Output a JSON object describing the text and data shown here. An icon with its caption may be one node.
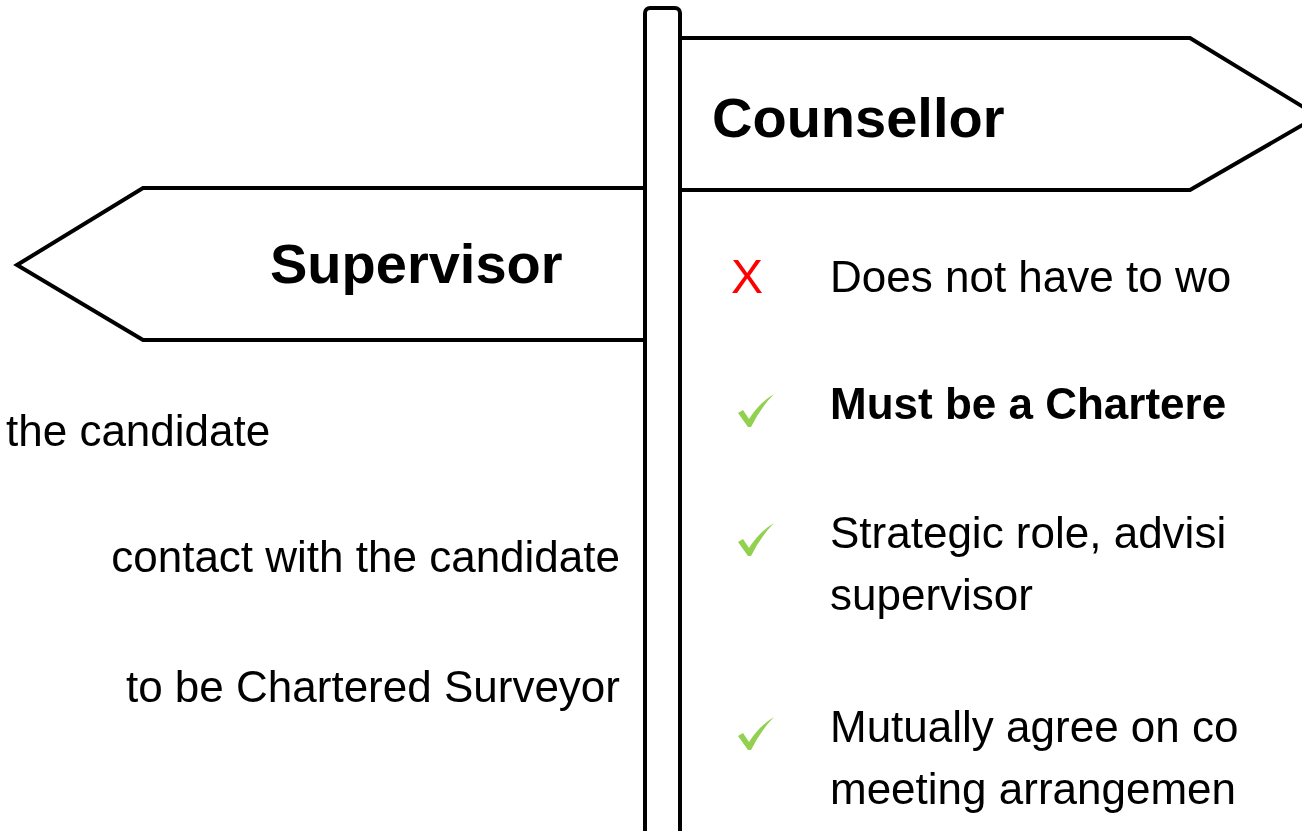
{
  "diagram": {
    "nodes": [
      {
        "text": [
          "Supervisor"
        ]
      },
      {
        "text": [
          "Counsellor"
        ]
      },
      {
        "text": [],
        "shape": "bar"
      }
    ],
    "labels": [
      "the candidate",
      "contact with the candidate",
      "to be Chartered Surveyor",
      "X",
      "Does not have to wo",
      "Must be a Chartere",
      "Strategic role, advisi supervisor",
      "Mutually agree on co meeting arrangemen"
    ]
  }
}
